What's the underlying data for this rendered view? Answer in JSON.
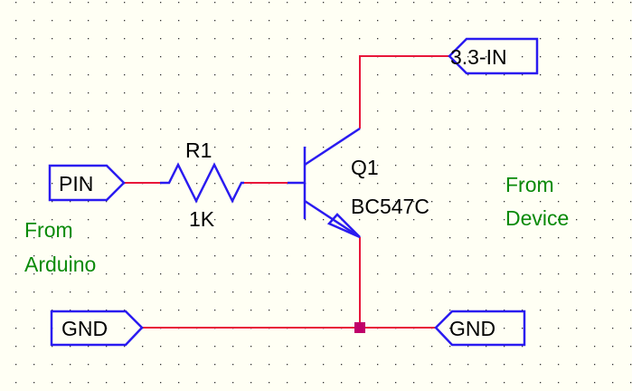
{
  "ports": {
    "pin": "PIN",
    "vin": "3.3-IN",
    "gnd_left": "GND",
    "gnd_right": "GND"
  },
  "resistor": {
    "ref": "R1",
    "value": "1K"
  },
  "transistor": {
    "ref": "Q1",
    "value": "BC547C"
  },
  "notes": {
    "left_line1": "From",
    "left_line2": "Arduino",
    "right_line1": "From",
    "right_line2": "Device"
  },
  "colors": {
    "background": "#fffff4",
    "wire": "#e8173a",
    "component": "#2a1bf0",
    "junction": "#c0006a",
    "note_text": "#0a8a0a"
  }
}
